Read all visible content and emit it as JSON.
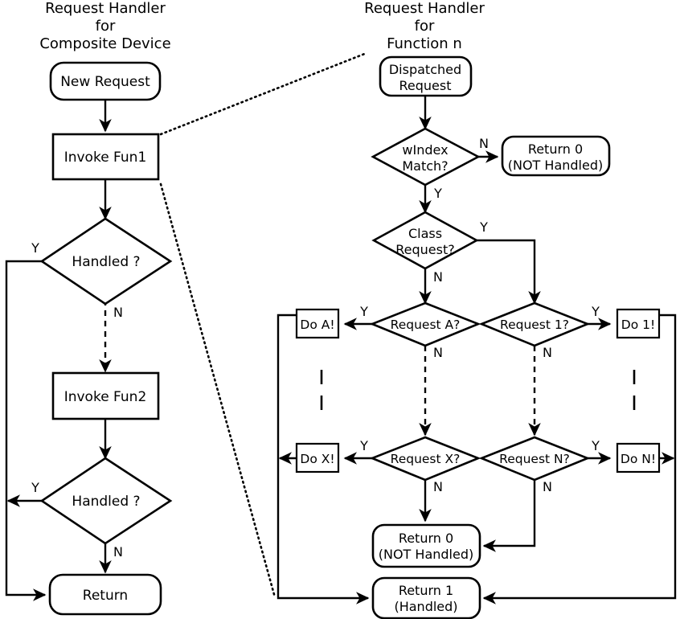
{
  "diagram": {
    "title_left_lines": [
      "Request Handler",
      "for",
      "Composite Device"
    ],
    "title_right_lines": [
      "Request Handler",
      "for",
      "Function n"
    ],
    "colors": {
      "stroke": "#000000",
      "fill": "#ffffff",
      "background": "#ffffff"
    }
  },
  "left_panel": {
    "nodes": {
      "new_request": "New Request",
      "invoke_fun1": "Invoke Fun1",
      "handled1": "Handled ?",
      "invoke_fun2": "Invoke Fun2",
      "handled2": "Handled ?",
      "return": "Return"
    },
    "branch_labels": {
      "handled1_yes": "Y",
      "handled1_no": "N",
      "handled2_yes": "Y",
      "handled2_no": "N"
    }
  },
  "right_panel": {
    "nodes": {
      "dispatched_request_line1": "Dispatched",
      "dispatched_request_line2": "Request",
      "windex_match_line1": "wIndex",
      "windex_match_line2": "Match?",
      "return0_top_line1": "Return 0",
      "return0_top_line2": "(NOT Handled)",
      "class_request_line1": "Class",
      "class_request_line2": "Request?",
      "request_a": "Request A?",
      "request_1": "Request 1?",
      "do_a": "Do A!",
      "do_1": "Do 1!",
      "request_x": "Request X?",
      "request_n": "Request N?",
      "do_x": "Do X!",
      "do_n": "Do N!",
      "return0_bottom_line1": "Return 0",
      "return0_bottom_line2": "(NOT Handled)",
      "return1_line1": "Return 1",
      "return1_line2": "(Handled)"
    },
    "branch_labels": {
      "windex_no": "N",
      "windex_yes": "Y",
      "class_yes": "Y",
      "class_no": "N",
      "request_a_yes": "Y",
      "request_a_no": "N",
      "request_1_yes": "Y",
      "request_1_no": "N",
      "request_x_yes": "Y",
      "request_x_no": "N",
      "request_n_yes": "Y",
      "request_n_no": "N"
    }
  }
}
